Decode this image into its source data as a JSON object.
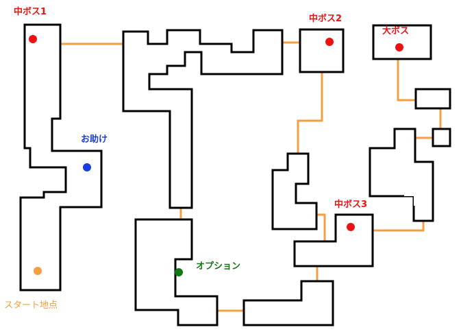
{
  "labels": {
    "mid_boss_1": "中ボス1",
    "mid_boss_2": "中ボス2",
    "mid_boss_3": "中ボス3",
    "big_boss": "大ボス",
    "helper": "お助け",
    "option": "オプション",
    "start_point": "スタート地点"
  },
  "colors": {
    "boss_marker": "#ee1111",
    "helper_marker": "#1a3de0",
    "option_marker": "#127a12",
    "start_marker": "#f5a040",
    "corridor": "#f5a040",
    "wall": "#000000"
  }
}
